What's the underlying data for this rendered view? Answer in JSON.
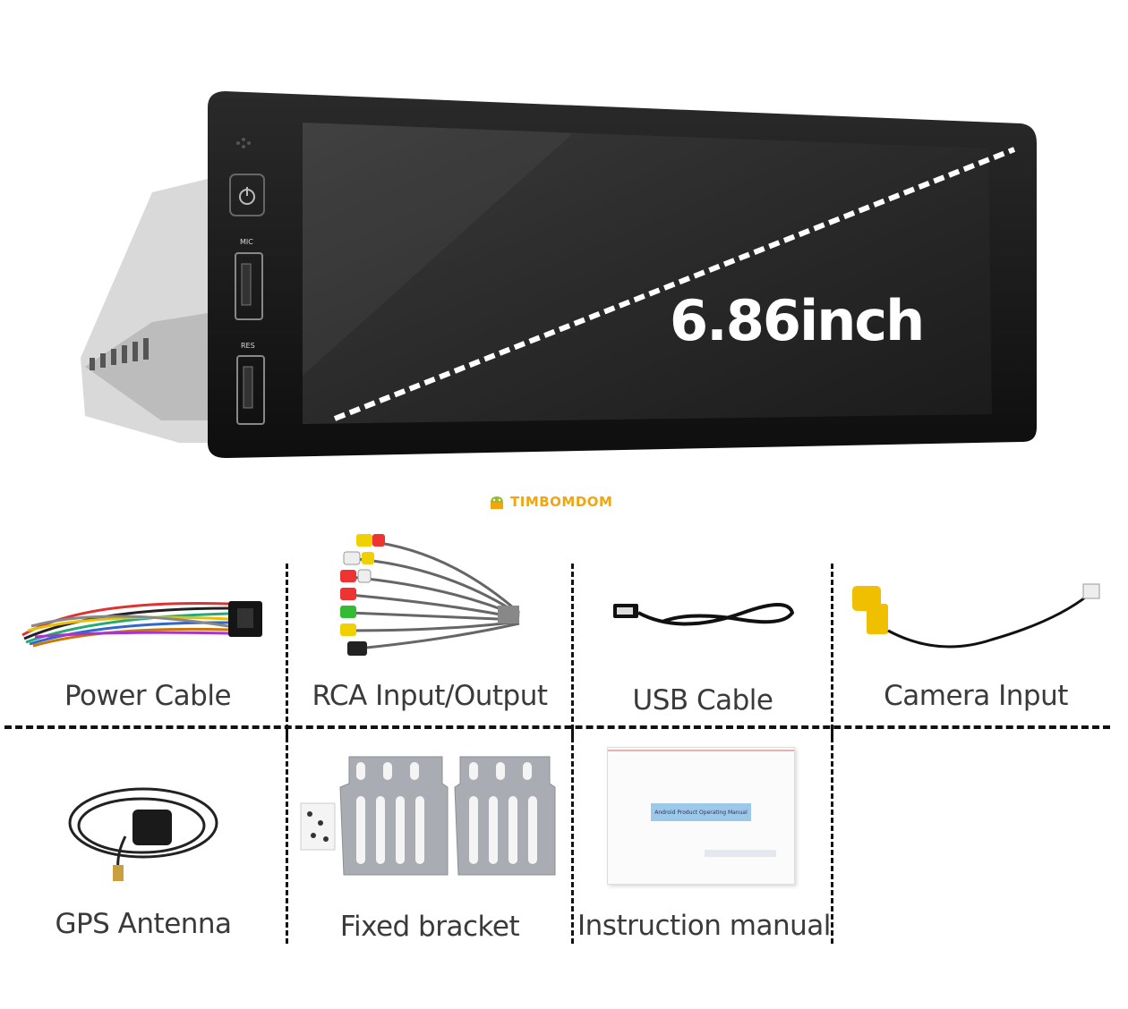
{
  "hero": {
    "screen_size": "6.86inch",
    "button_labels": {
      "mic": "MIC",
      "res": "RES"
    }
  },
  "brand": {
    "name": "TIMBOMDOM"
  },
  "accessories": [
    {
      "label": "Power Cable",
      "icon": "power-cable-icon"
    },
    {
      "label": "RCA Input/Output",
      "icon": "rca-cable-icon"
    },
    {
      "label": "USB  Cable",
      "icon": "usb-cable-icon"
    },
    {
      "label": "Camera  Input",
      "icon": "camera-input-icon"
    },
    {
      "label": "GPS  Antenna",
      "icon": "gps-antenna-icon"
    },
    {
      "label": "Fixed  bracket",
      "icon": "bracket-icon"
    },
    {
      "label": "Instruction manual",
      "icon": "manual-icon"
    }
  ],
  "manual_cover_text": "Android Product Operating Manual",
  "colors": {
    "brand": "#f3a50b",
    "screen": "#262626",
    "divider": "#111111"
  }
}
